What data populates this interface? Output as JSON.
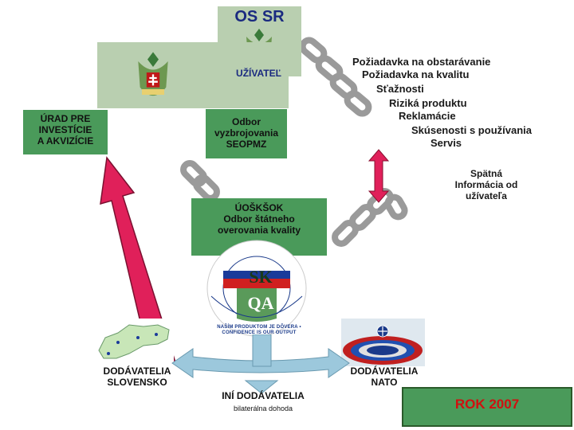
{
  "top_box": {
    "title": "OS SR"
  },
  "user_box": {
    "label": "UŽÍVATEĽ"
  },
  "procurement_box": {
    "line1": "ÚRAD PRE",
    "line2": "INVESTÍCIE",
    "line3": "A AKVIZÍCIE"
  },
  "armament_box": {
    "line1": "Odbor",
    "line2": "vyzbrojovania",
    "line3": "SEOPMZ"
  },
  "requirements": [
    "Požiadavka na obstarávanie",
    "Požiadavka na kvalitu",
    "Sťažnosti",
    "Riziká produktu",
    "Reklamácie",
    "Skúsenosti s používania",
    "Servis"
  ],
  "feedback": {
    "line1": "Spätná",
    "line2": "Informácia od",
    "line3": "užívateľa"
  },
  "quality_box": {
    "line1": "ÚOŠKŠOK",
    "line2": "Odbor štátneho",
    "line3": "overovania kvality"
  },
  "logo": {
    "ring_text": "NAŠÍM PRODUKTOM JE DÔVERA • CONFIDENCE IS OUR OUTPUT",
    "letters_top": "SK",
    "letters_bottom": "QA"
  },
  "supplier_sk": {
    "line1": "DODÁVATELIA",
    "line2": "SLOVENSKO"
  },
  "supplier_nato": {
    "line1": "DODÁVATELIA",
    "line2": "NATO"
  },
  "supplier_other": {
    "label": "INÍ DODÁVATELIA",
    "sub": "bilaterálna dohoda"
  },
  "year_box": {
    "label": "ROK 2007"
  },
  "colors": {
    "green": "#4a9a5a",
    "pale_green": "#b9cfb0",
    "chain": "#9a9a9a",
    "arrow_pink": "#e0205a",
    "arrow_blue": "#9cc8dc",
    "year_red": "#d01010"
  }
}
